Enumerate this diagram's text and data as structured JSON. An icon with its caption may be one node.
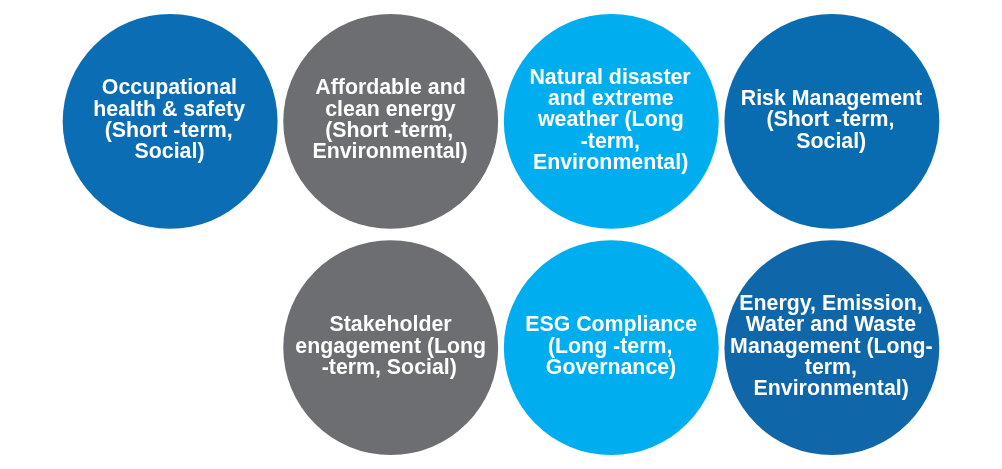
{
  "diagram": {
    "nodes": [
      {
        "text": [
          "Occupational health & safety (Short -term, Social)"
        ]
      },
      {
        "text": [
          "Affordable and clean energy (Short -term, Environmental)"
        ]
      },
      {
        "text": [
          "Natural disaster and extreme weather (Long -term, Environmental)"
        ]
      },
      {
        "text": [
          "Risk Management (Short -term, Social)"
        ]
      },
      {
        "text": [
          "Stakeholder engagement (Long -term, Social)"
        ]
      },
      {
        "text": [
          "ESG Compliance (Long -term, Governance)"
        ]
      },
      {
        "text": [
          "Energy, Emission, Water and Waste Management (Long-term, Environmental)"
        ]
      }
    ]
  }
}
